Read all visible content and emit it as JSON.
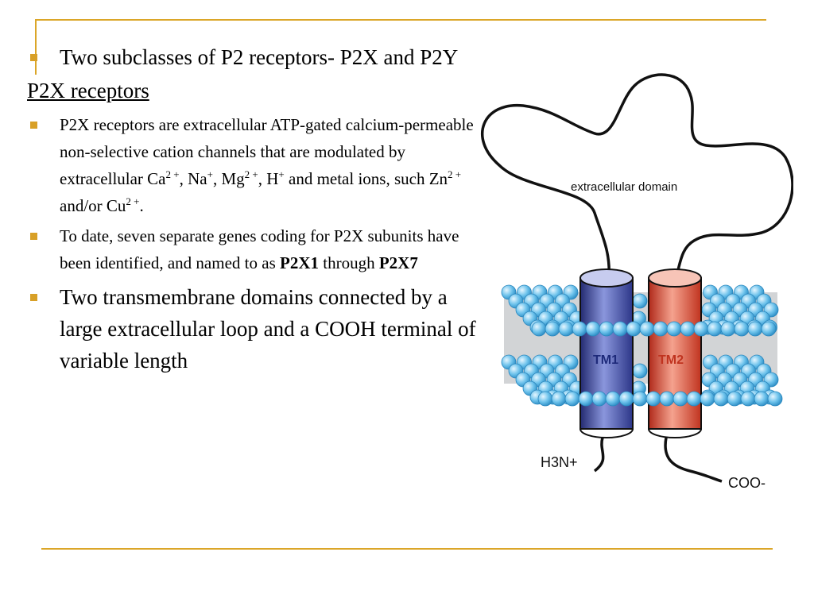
{
  "bullets": {
    "b1": "Two subclasses of P2 receptors- P2X and P2Y",
    "heading": "P2X receptors",
    "b2": {
      "t1": "P2X receptors are extracellular ATP-gated calcium-permeable non-selective cation channels that are modulated by extracellular Ca",
      "s1": "2 +",
      "t2": ", Na",
      "s2": "+",
      "t3": ", Mg",
      "s3": "2 +",
      "t4": ", H",
      "s4": "+",
      "t5": " and metal ions, such Zn",
      "s5": "2 +",
      "t6": " and/or Cu",
      "s6": "2 +",
      "t7": "."
    },
    "b3": {
      "t1": "To date, seven separate genes coding for P2X subunits have been identified, and named to as ",
      "bold1": "P2X1",
      "t2": " through ",
      "bold2": "P2X7"
    },
    "b4": "Two transmembrane domains connected by a large extracellular loop and a COOH terminal of variable length"
  },
  "figure": {
    "loop_label": "extracellular domain",
    "tm1_label": "TM1",
    "tm2_label": "TM2",
    "n_term": "H3N+",
    "c_term": "COO-"
  },
  "colors": {
    "accent": "#dba628",
    "bullet": "#d8a027",
    "bead": "#6ec3ec",
    "tm1": "#4452a8",
    "tm2": "#e0563c",
    "membrane": "#d2d4d6"
  }
}
